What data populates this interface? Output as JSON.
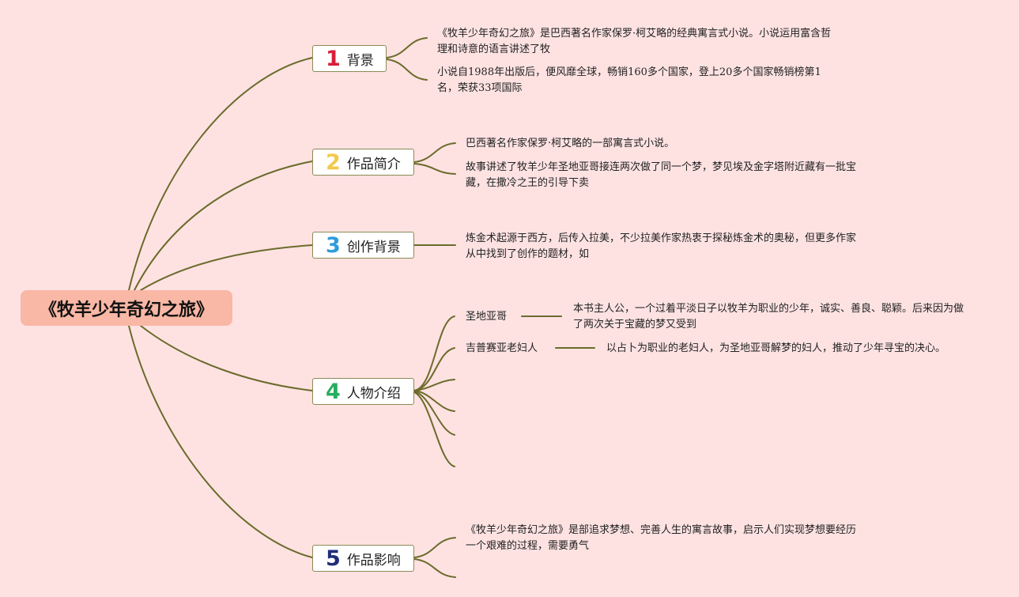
{
  "colors": {
    "background": "#fee2e2",
    "root_fill": "#f9b7a5",
    "branch_line": "#6b6b2b",
    "num1": "#d81e3a",
    "num2": "#f2c94c",
    "num3": "#2d9cdb",
    "num4": "#27ae60",
    "num5": "#1f2d7a"
  },
  "root": {
    "title": "《牧羊少年奇幻之旅》"
  },
  "topics": [
    {
      "number": "1",
      "label": "背景",
      "leaves": [
        "《牧羊少年奇幻之旅》是巴西著名作家保罗·柯艾略的经典寓言式小说。小说运用富含哲理和诗意的语言讲述了牧",
        "小说自1988年出版后，便风靡全球，畅销160多个国家，登上20多个国家畅销榜第1名，荣获33项国际"
      ]
    },
    {
      "number": "2",
      "label": "作品简介",
      "leaves": [
        "巴西著名作家保罗·柯艾略的一部寓言式小说。",
        "故事讲述了牧羊少年圣地亚哥接连两次做了同一个梦，梦见埃及金字塔附近藏有一批宝藏，在撒冷之王的引导下卖"
      ]
    },
    {
      "number": "3",
      "label": "创作背景",
      "leaves": [
        "炼金术起源于西方，后传入拉美，不少拉美作家热衷于探秘炼金术的奥秘，但更多作家从中找到了创作的题材，如"
      ]
    },
    {
      "number": "4",
      "label": "人物介绍",
      "characters": [
        {
          "name": "圣地亚哥",
          "desc": "本书主人公，一个过着平淡日子以牧羊为职业的少年，诚实、善良、聪颖。后来因为做了两次关于宝藏的梦又受到"
        },
        {
          "name": "吉普赛亚老妇人",
          "desc": "以占卜为职业的老妇人，为圣地亚哥解梦的妇人，推动了少年寻宝的决心。"
        }
      ]
    },
    {
      "number": "5",
      "label": "作品影响",
      "leaves": [
        "《牧羊少年奇幻之旅》是部追求梦想、完善人生的寓言故事，启示人们实现梦想要经历一个艰难的过程，需要勇气"
      ]
    }
  ]
}
